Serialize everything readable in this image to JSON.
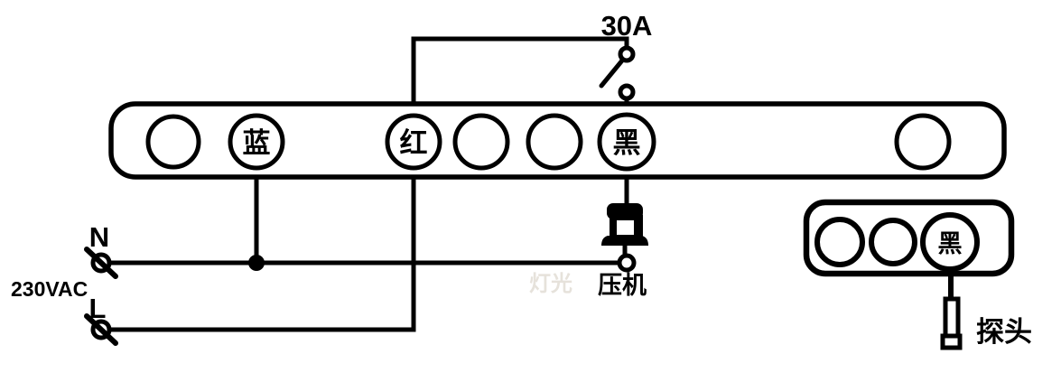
{
  "breaker": {
    "label": "30A"
  },
  "power": {
    "neutral_label": "N",
    "line_label": "L",
    "voltage_label": "230VAC"
  },
  "main_strip": {
    "terminals": [
      {
        "label": ""
      },
      {
        "label": "蓝"
      },
      {
        "label": "红"
      },
      {
        "label": ""
      },
      {
        "label": ""
      },
      {
        "label": "黑"
      },
      {
        "label": ""
      }
    ]
  },
  "compressor": {
    "label": "压机"
  },
  "sensor_strip": {
    "terminals": [
      {
        "label": ""
      },
      {
        "label": ""
      },
      {
        "label": "黑"
      }
    ]
  },
  "probe": {
    "label": "探头"
  },
  "watermark": "灯光",
  "colors": {
    "stroke": "#000000",
    "background": "#ffffff"
  }
}
